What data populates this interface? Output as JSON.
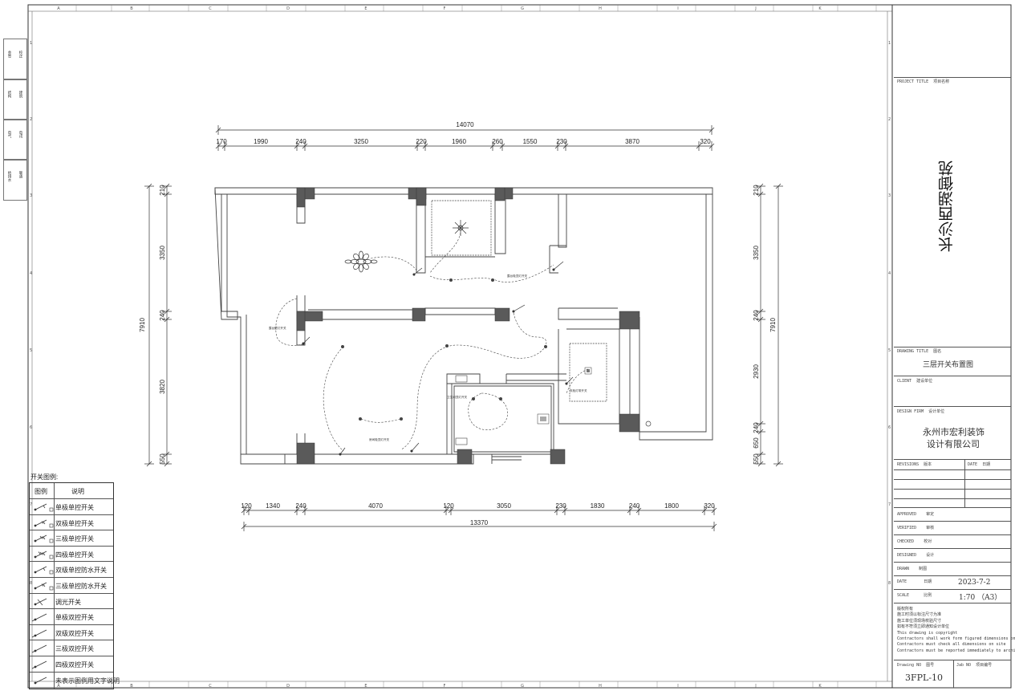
{
  "project": {
    "title_label": "PROJECT TITLE",
    "title_label_cn": "项目名称",
    "name": "长沙西湖御苑"
  },
  "drawing": {
    "title_label": "DRAWING TITLE",
    "title_label_cn": "图名",
    "name": "三层开关布置图",
    "client_label": "CLIENT",
    "client_label_cn": "建设单位",
    "design_firm_label": "DESIGN FIRM",
    "design_firm_label_cn": "设计单位",
    "firm_line1": "永州市宏利装饰",
    "firm_line2": "设计有限公司",
    "revisions_label": "REVISIONS",
    "revisions_label_cn": "版本",
    "date_col_label": "DATE",
    "date_col_label_cn": "日期",
    "approved_label": "APPROVED",
    "approved_cn": "审定",
    "verified_label": "VERIFIED",
    "verified_cn": "审核",
    "checked_label": "CHECKED",
    "checked_cn": "校对",
    "designed_label": "DESIGNED",
    "designed_cn": "设计",
    "drawn_label": "DRAWN",
    "drawn_cn": "制图",
    "date_label": "DATE",
    "date_cn": "日期",
    "date_value": "2023-7-2",
    "scale_label": "SCALE",
    "scale_cn": "比例",
    "scale_value": "1:70 （A3）",
    "copyright": [
      "版权所有",
      "施工时须以标注尺寸为准",
      "施工单位须现场校验尺寸",
      "如有不符须立即通知设计单位",
      "This drawing is copyright",
      "Contractors shall work form figured dimensions only",
      "Contractors must check all dimensions on site",
      "Contractors must be reported immediately to architects"
    ],
    "drawing_no_label": "Drawing NO",
    "drawing_no_cn": "图号",
    "job_no_label": "Jab NO",
    "job_no_cn": "项目编号",
    "drawing_no": "3FPL-10"
  },
  "legend": {
    "title": "开关图例:",
    "col_symbol": "图例",
    "col_desc": "说明",
    "items": [
      {
        "label": "单极单控开关",
        "icon": "single-pole-switch-icon"
      },
      {
        "label": "双极单控开关",
        "icon": "double-pole-switch-icon"
      },
      {
        "label": "三极单控开关",
        "icon": "triple-pole-switch-icon"
      },
      {
        "label": "四极单控开关",
        "icon": "quad-pole-switch-icon"
      },
      {
        "label": "双级单控防水开关",
        "icon": "waterproof-double-switch-icon"
      },
      {
        "label": "三极单控防水开关",
        "icon": "waterproof-triple-switch-icon"
      },
      {
        "label": "调光开关",
        "icon": "dimmer-switch-icon"
      },
      {
        "label": "单极双控开关",
        "icon": "single-pole-two-way-switch-icon"
      },
      {
        "label": "双级双控开关",
        "icon": "double-pole-two-way-switch-icon"
      },
      {
        "label": "三极双控开关",
        "icon": "triple-pole-two-way-switch-icon"
      },
      {
        "label": "四极双控开关",
        "icon": "quad-pole-two-way-switch-icon"
      },
      {
        "label": "未表示图例用文字说明",
        "icon": "generic-switch-icon"
      }
    ]
  },
  "dimensions": {
    "top_total": "14070",
    "top": [
      "170",
      "1990",
      "240",
      "3250",
      "220",
      "1960",
      "260",
      "1550",
      "230",
      "3870",
      "320"
    ],
    "bottom_total": "13370",
    "bottom": [
      "120",
      "1340",
      "240",
      "4070",
      "120",
      "3050",
      "230",
      "1830",
      "240",
      "1800",
      "320"
    ],
    "left_total": "7910",
    "left": [
      "210",
      "3350",
      "240",
      "3820",
      "550"
    ],
    "right_total": "7910",
    "right": [
      "210",
      "3350",
      "240",
      "2930",
      "240",
      "650",
      "550"
    ]
  },
  "grid": {
    "cols": [
      "A",
      "B",
      "C",
      "D",
      "E",
      "F",
      "G",
      "H",
      "I",
      "J",
      "K"
    ],
    "rows": [
      "1",
      "2",
      "3",
      "4",
      "5",
      "6",
      "7",
      "8"
    ]
  },
  "side_stamp": [
    "给排水",
    "暖通",
    "电气",
    "电讯",
    "结构",
    "建筑",
    "会签",
    "校正"
  ],
  "room_notes": [
    "露台吸顶灯开关",
    "露台壁灯开关",
    "房间吸顶灯开关",
    "卫生间顶灯开关",
    "衣柜灯带开关",
    "灯带开关"
  ]
}
